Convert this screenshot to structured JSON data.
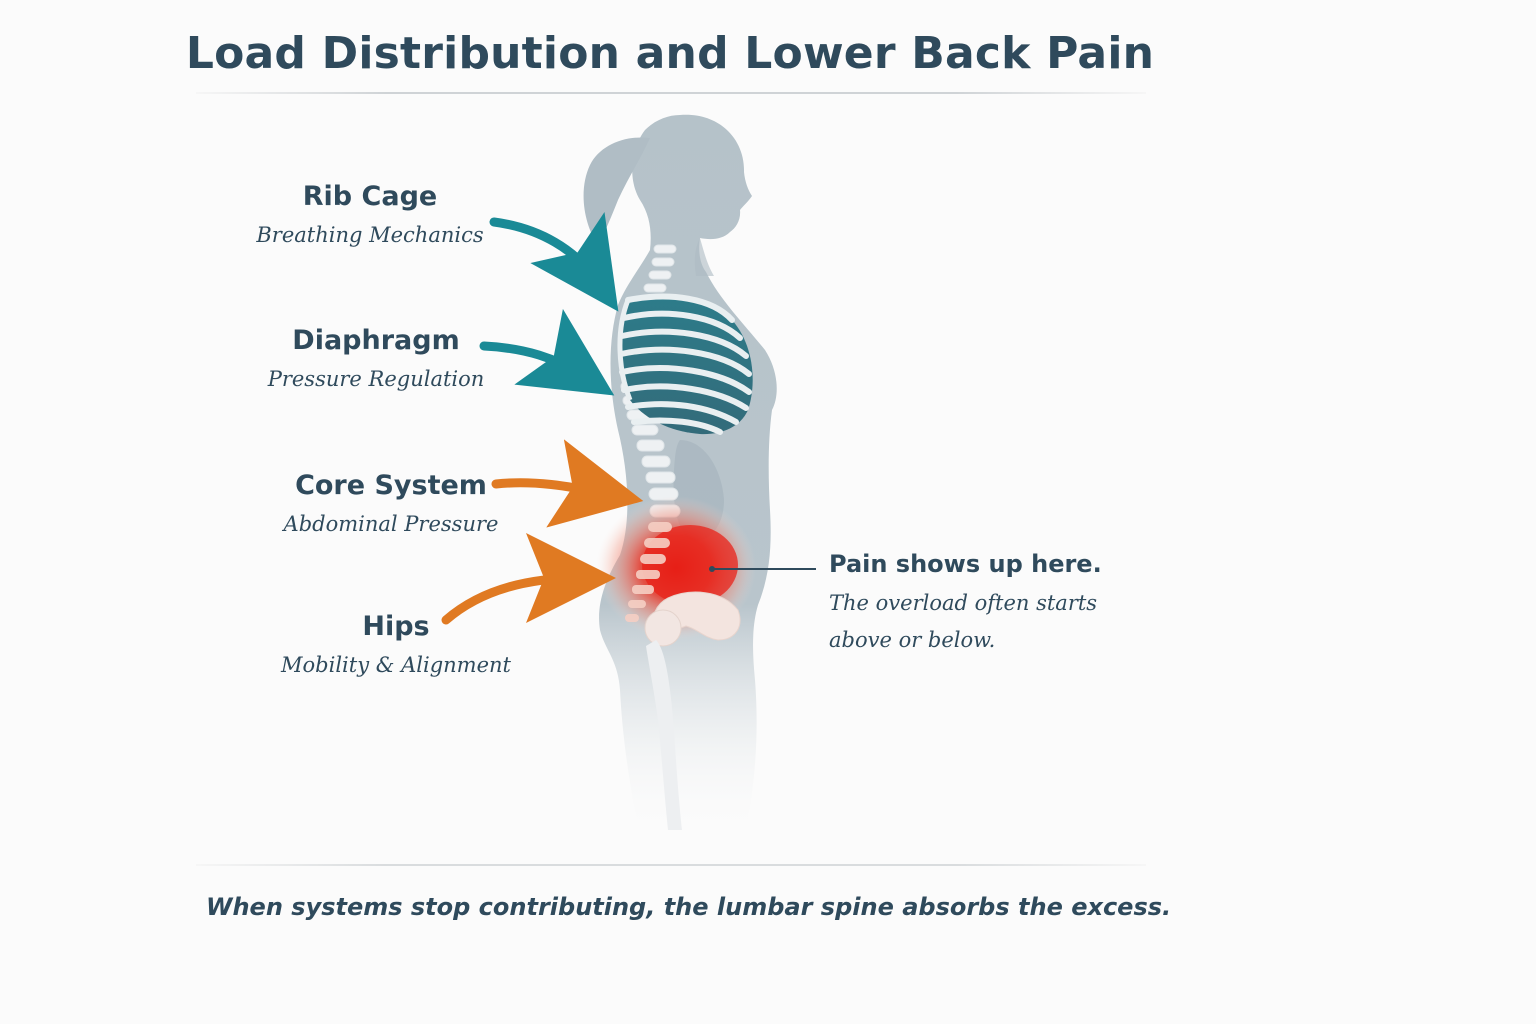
{
  "title": "Load Distribution and Lower Back Pain",
  "labels": [
    {
      "heading": "Rib Cage",
      "subheading": "Breathing Mechanics",
      "arrow_color": "#1a8a96"
    },
    {
      "heading": "Diaphragm",
      "subheading": "Pressure Regulation",
      "arrow_color": "#1a8a96"
    },
    {
      "heading": "Core System",
      "subheading": "Abdominal Pressure",
      "arrow_color": "#e07a22"
    },
    {
      "heading": "Hips",
      "subheading": "Mobility & Alignment",
      "arrow_color": "#e07a22"
    }
  ],
  "pain_callout": {
    "heading": "Pain shows up here.",
    "line1": "The overload often starts",
    "line2": "above or below."
  },
  "footer": "When systems stop contributing, the lumbar spine absorbs the excess.",
  "colors": {
    "text": "#2f4a5c",
    "teal": "#1a8a96",
    "orange": "#e07a22",
    "pain": "#e0201a",
    "silhouette": "#b9c5cc"
  }
}
